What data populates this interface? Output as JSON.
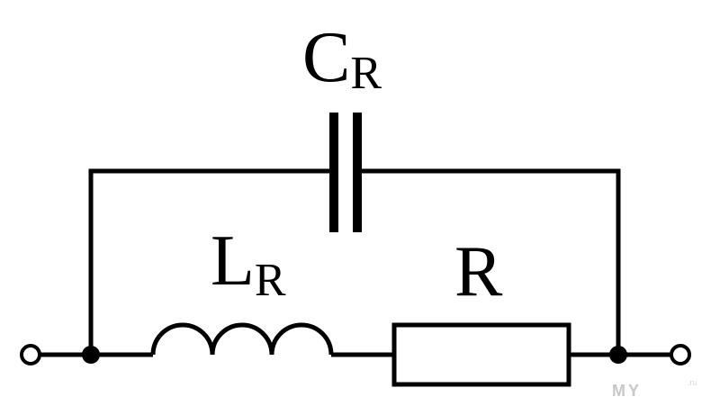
{
  "capacitor": {
    "label_main": "C",
    "label_sub": "R"
  },
  "inductor": {
    "label_main": "L",
    "label_sub": "R"
  },
  "resistor": {
    "label": "R"
  },
  "watermark": {
    "text": "MY",
    "suffix": ".ru"
  },
  "colors": {
    "line": "#000000",
    "background": "#ffffff",
    "watermark": "#c8c8c8"
  }
}
